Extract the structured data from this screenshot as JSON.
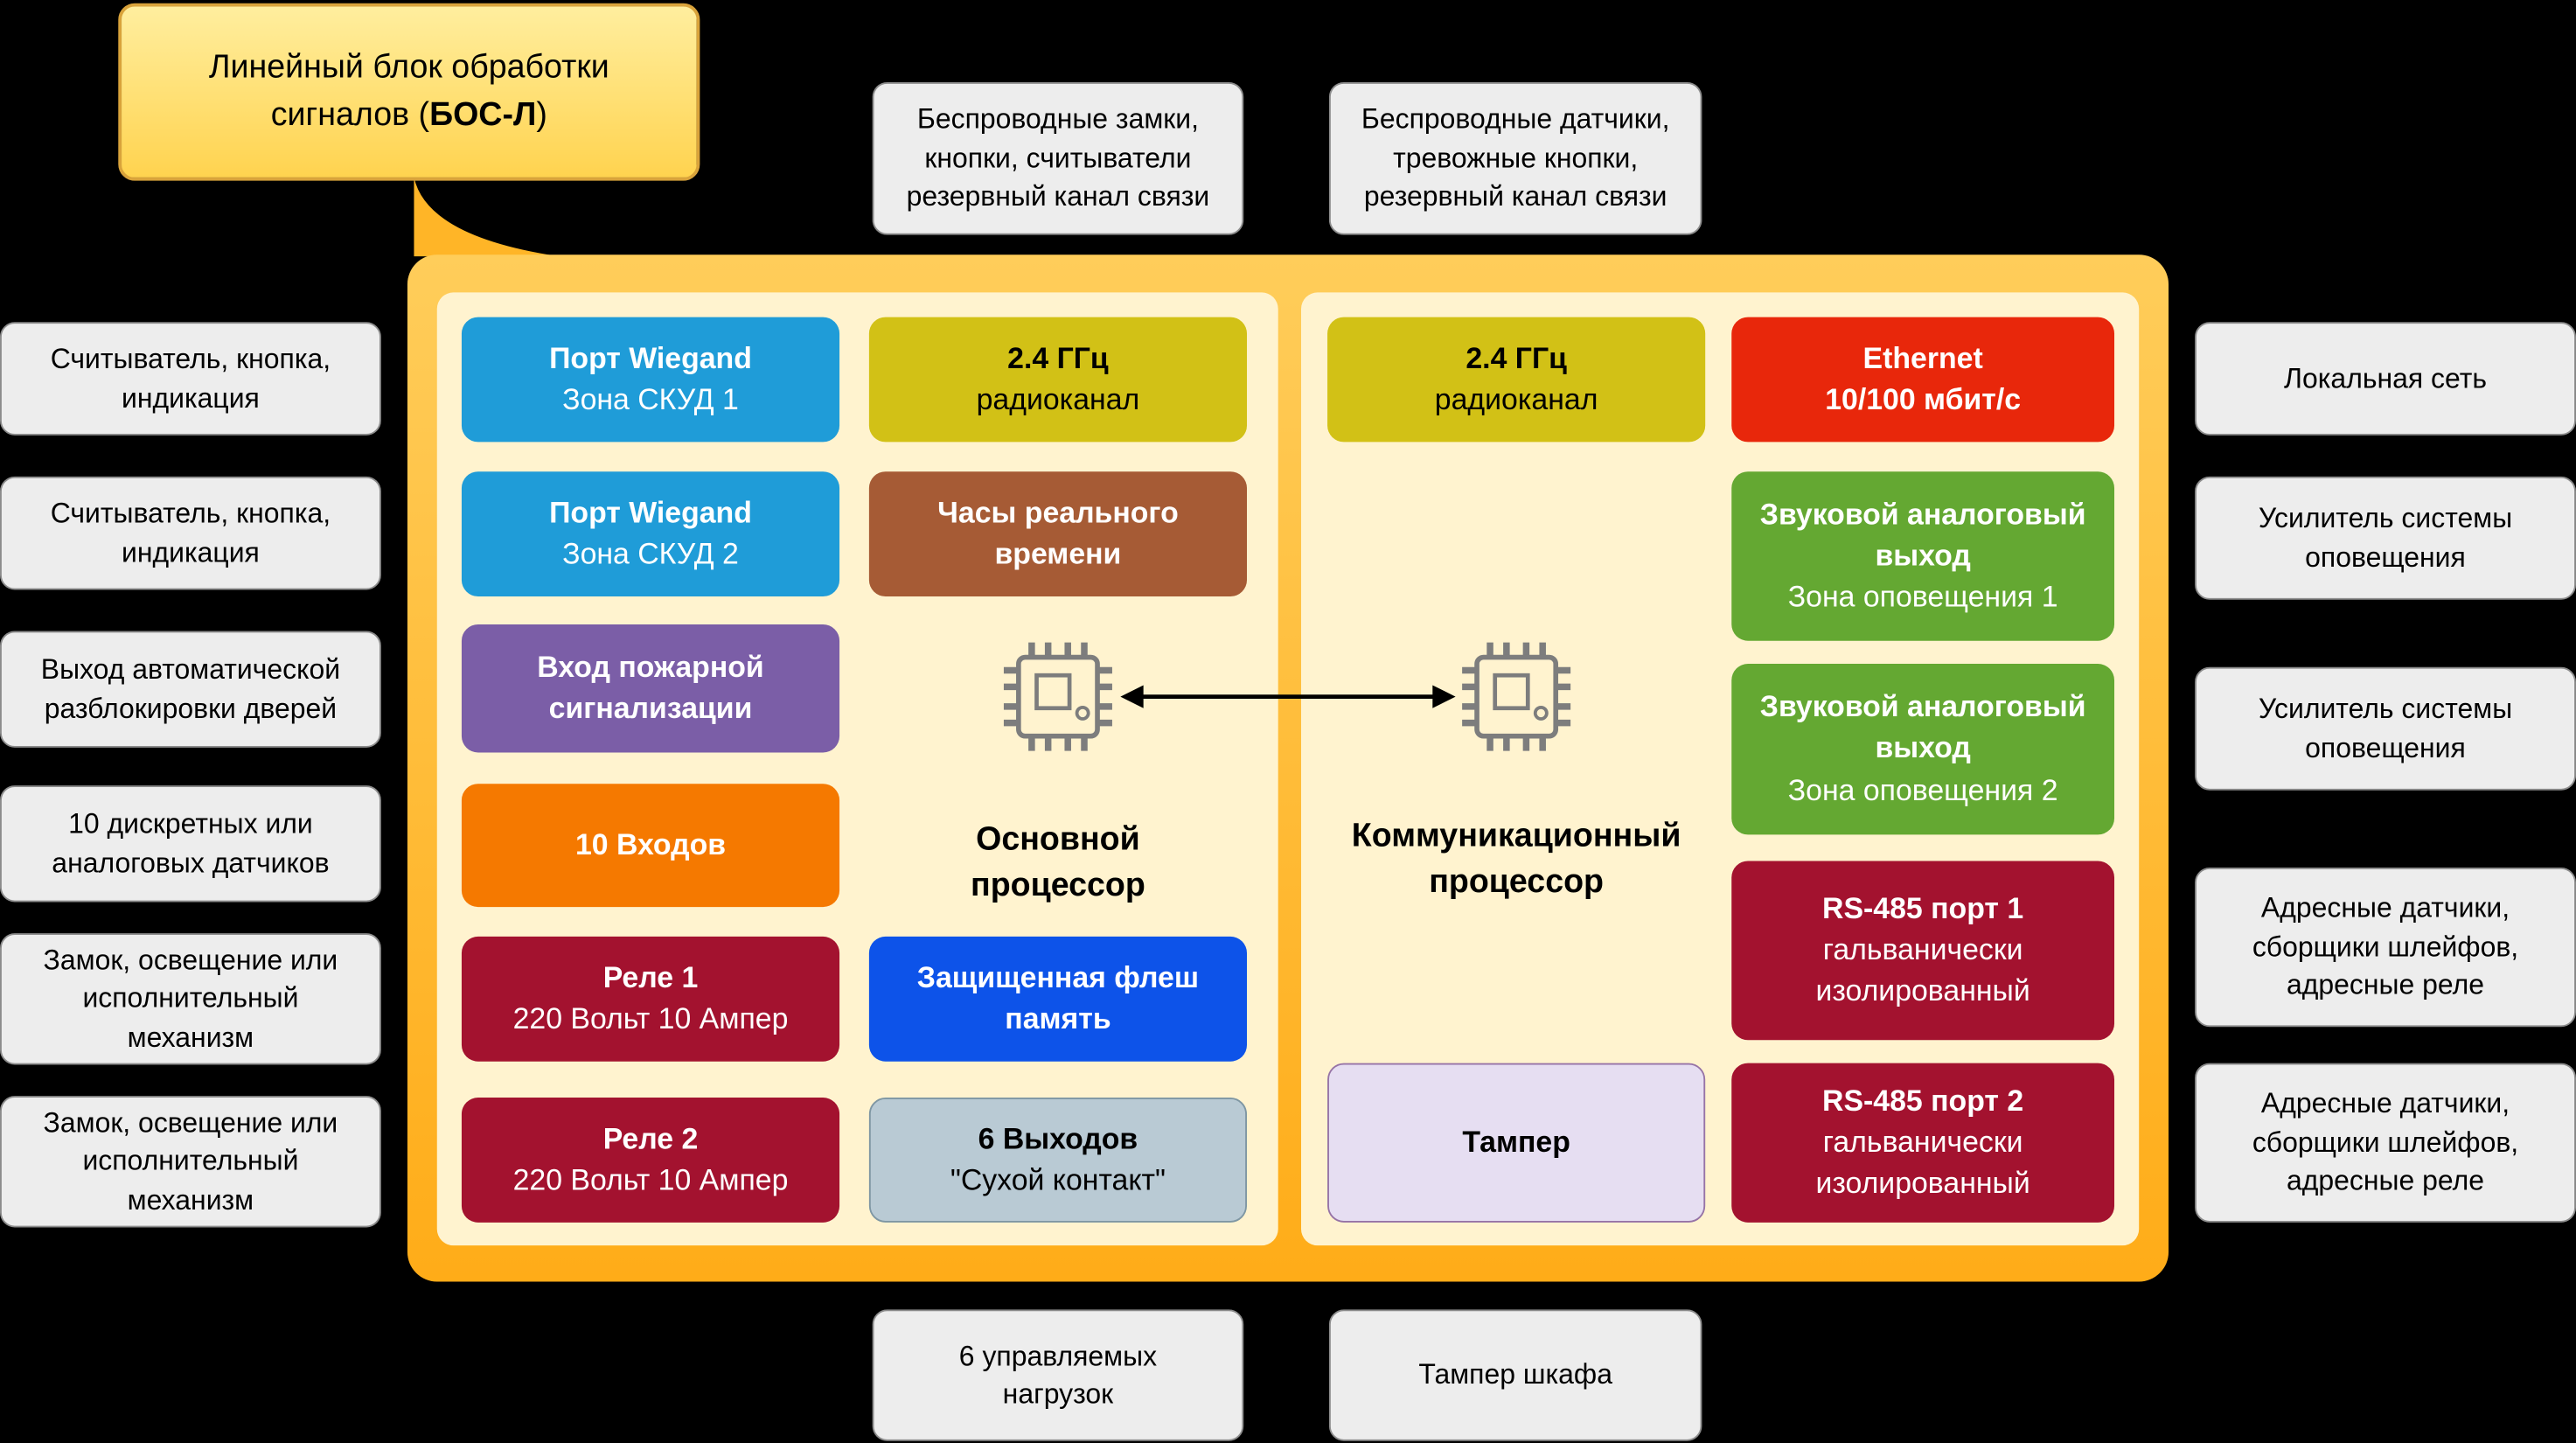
{
  "colors": {
    "background": "#000000",
    "callout_fill": "#FFE48C",
    "callout_border": "#D9A33B",
    "main_unit_orange": "#FFB92E",
    "panel_cream": "#FFF3CF",
    "label_gray": "#EDEDED",
    "wiegand_blue": "#1F9CD8",
    "fire_purple": "#7B5EA7",
    "inputs_orange": "#F57900",
    "relay_dark_red": "#A3122F",
    "radio_yellow": "#D2C116",
    "rtc_brown": "#A65B35",
    "flash_blue": "#0D53E9",
    "outputs_gray_blue": "#B9CAD4",
    "ethernet_red": "#E8270B",
    "audio_green": "#64A832",
    "tamper_lavender": "#E6DEF2"
  },
  "callout": {
    "text_main": "Линейный блок обработки сигналов (",
    "text_bold": "БОС-Л",
    "text_end": ")"
  },
  "external_labels": {
    "top": [
      {
        "lines": [
          "Беспроводные замки,",
          "кнопки, считыватели",
          "резервный канал связи"
        ]
      },
      {
        "lines": [
          "Беспроводные датчики,",
          "тревожные кнопки,",
          "резервный канал связи"
        ]
      }
    ],
    "left": [
      {
        "lines": [
          "Считыватель, кнопка,",
          "индикация"
        ]
      },
      {
        "lines": [
          "Считыватель, кнопка,",
          "индикация"
        ]
      },
      {
        "lines": [
          "Выход автоматической",
          "разблокировки дверей"
        ]
      },
      {
        "lines": [
          "10 дискретных или",
          "аналоговых датчиков"
        ]
      },
      {
        "lines": [
          "Замок, освещение или",
          "исполнительный",
          "механизм"
        ]
      },
      {
        "lines": [
          "Замок, освещение или",
          "исполнительный",
          "механизм"
        ]
      }
    ],
    "right": [
      {
        "lines": [
          "Локальная сеть"
        ]
      },
      {
        "lines": [
          "Усилитель системы",
          "оповещения"
        ]
      },
      {
        "lines": [
          "Усилитель системы",
          "оповещения"
        ]
      },
      {
        "lines": [
          "Адресные датчики,",
          "сборщики шлейфов,",
          "адресные реле"
        ]
      },
      {
        "lines": [
          "Адресные датчики,",
          "сборщики шлейфов,",
          "адресные реле"
        ]
      }
    ],
    "bottom": [
      {
        "lines": [
          "6 управляемых",
          "нагрузок"
        ]
      },
      {
        "lines": [
          "Тампер шкафа"
        ]
      }
    ]
  },
  "main_unit": {
    "left_panel": {
      "processor_label": [
        "Основной",
        "процессор"
      ],
      "field_blocks": [
        {
          "title": "Порт Wiegand",
          "subtitle": "Зона СКУД 1"
        },
        {
          "title": "Порт Wiegand",
          "subtitle": "Зона СКУД 2"
        },
        {
          "title": "Вход пожарной сигнализации",
          "subtitle": ""
        },
        {
          "title": "10 Входов",
          "subtitle": ""
        },
        {
          "title": "Реле 1",
          "subtitle": "220 Вольт 10 Ампер"
        },
        {
          "title": "Реле 2",
          "subtitle": "220 Вольт 10 Ампер"
        }
      ],
      "core_blocks": [
        {
          "title": "2.4 ГГц",
          "subtitle": "радиоканал"
        },
        {
          "title": "Часы реального времени",
          "subtitle": ""
        },
        {
          "title": "Защищенная флеш память",
          "subtitle": ""
        },
        {
          "title": "6 Выходов",
          "subtitle": "\"Сухой контакт\""
        }
      ]
    },
    "right_panel": {
      "processor_label": [
        "Коммуникационный",
        "процессор"
      ],
      "core_blocks": [
        {
          "title": "2.4 ГГц",
          "subtitle": "радиоканал"
        },
        {
          "title": "Тампер",
          "subtitle": ""
        }
      ],
      "interface_blocks": [
        {
          "title": "Ethernet",
          "subtitle": "10/100 мбит/с"
        },
        {
          "title": "Звуковой аналоговый выход",
          "subtitle": "Зона оповещения 1"
        },
        {
          "title": "Звуковой аналоговый выход",
          "subtitle": "Зона оповещения 2"
        },
        {
          "title": "RS-485 порт 1",
          "subtitle": "гальванически изолированный"
        },
        {
          "title": "RS-485 порт 2",
          "subtitle": "гальванически изолированный"
        }
      ]
    }
  }
}
